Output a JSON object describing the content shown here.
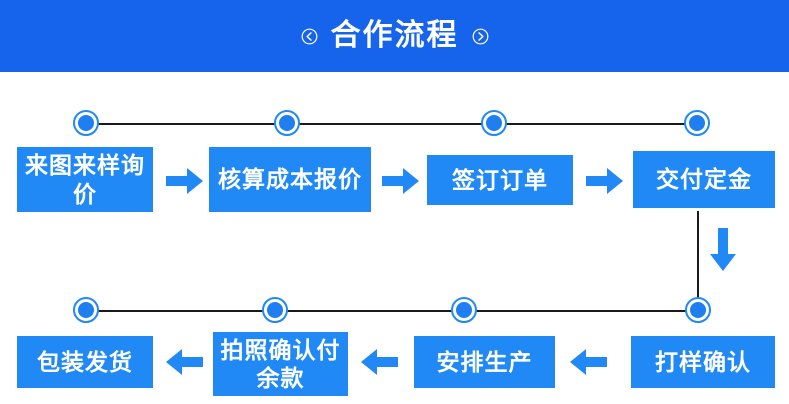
{
  "header": {
    "title": "合作流程",
    "left_icon": "chevron-left-circle-icon",
    "right_icon": "chevron-right-circle-icon",
    "background_color": "#1664ec",
    "text_color": "#ffffff"
  },
  "theme": {
    "box_color": "#2089f5",
    "node_ring_color": "#2089f5",
    "node_fill_color": "#1f7ef0",
    "rail_color": "#1a1a1a",
    "arrow_color": "#2089f5",
    "page_background": "#ffffff"
  },
  "flow": {
    "row1": {
      "steps": [
        {
          "label": "来图来样询价"
        },
        {
          "label": "核算成本报价"
        },
        {
          "label": "签订订单"
        },
        {
          "label": "交付定金"
        }
      ],
      "arrows": [
        "arrow-right-icon",
        "arrow-right-icon",
        "arrow-right-icon"
      ]
    },
    "connector": {
      "down_arrow": "arrow-down-icon"
    },
    "row2": {
      "steps": [
        {
          "label": "包装发货"
        },
        {
          "label": "拍照确认付余款"
        },
        {
          "label": "安排生产"
        },
        {
          "label": "打样确认"
        }
      ],
      "arrows": [
        "arrow-left-icon",
        "arrow-left-icon",
        "arrow-left-icon"
      ]
    }
  }
}
